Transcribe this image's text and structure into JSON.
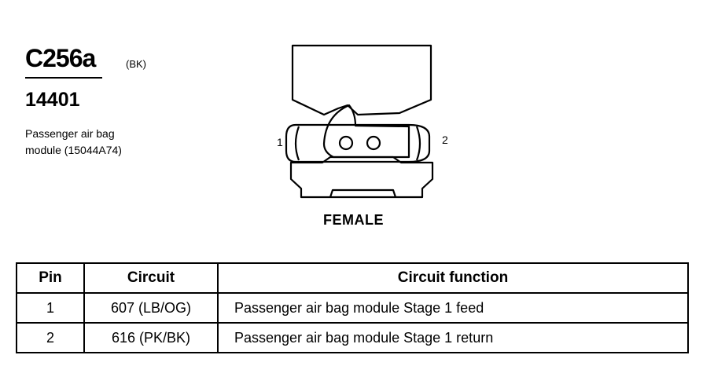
{
  "connector": {
    "id": "C256a",
    "color_code": "(BK)",
    "part_number": "14401",
    "description_line1": "Passenger air bag",
    "description_line2": "module (15044A74)"
  },
  "diagram": {
    "pin1_label": "1",
    "pin2_label": "2",
    "gender": "FEMALE"
  },
  "table": {
    "headers": [
      "Pin",
      "Circuit",
      "Circuit function"
    ],
    "rows": [
      {
        "pin": "1",
        "circuit": "607 (LB/OG)",
        "function": "Passenger air bag module  Stage 1 feed"
      },
      {
        "pin": "2",
        "circuit": "616 (PK/BK)",
        "function": "Passenger air bag module  Stage 1 return"
      }
    ]
  }
}
